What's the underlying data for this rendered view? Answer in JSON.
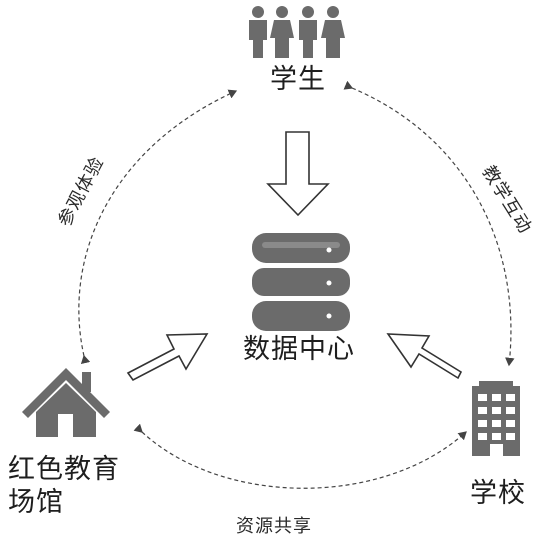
{
  "nodes": {
    "students": {
      "label": "学生",
      "icon": "people-group-icon"
    },
    "data_center": {
      "label": "数据中心",
      "icon": "database-icon"
    },
    "red_venue": {
      "label_line1": "红色教育",
      "label_line2": "场馆",
      "icon": "house-icon"
    },
    "school": {
      "label": "学校",
      "icon": "building-icon"
    }
  },
  "edges": {
    "venue_students": "参观体验",
    "students_school": "教学互动",
    "venue_school": "资源共享"
  },
  "colors": {
    "icon": "#6b6b6b",
    "text": "#1e1e1e",
    "line": "#444444"
  }
}
